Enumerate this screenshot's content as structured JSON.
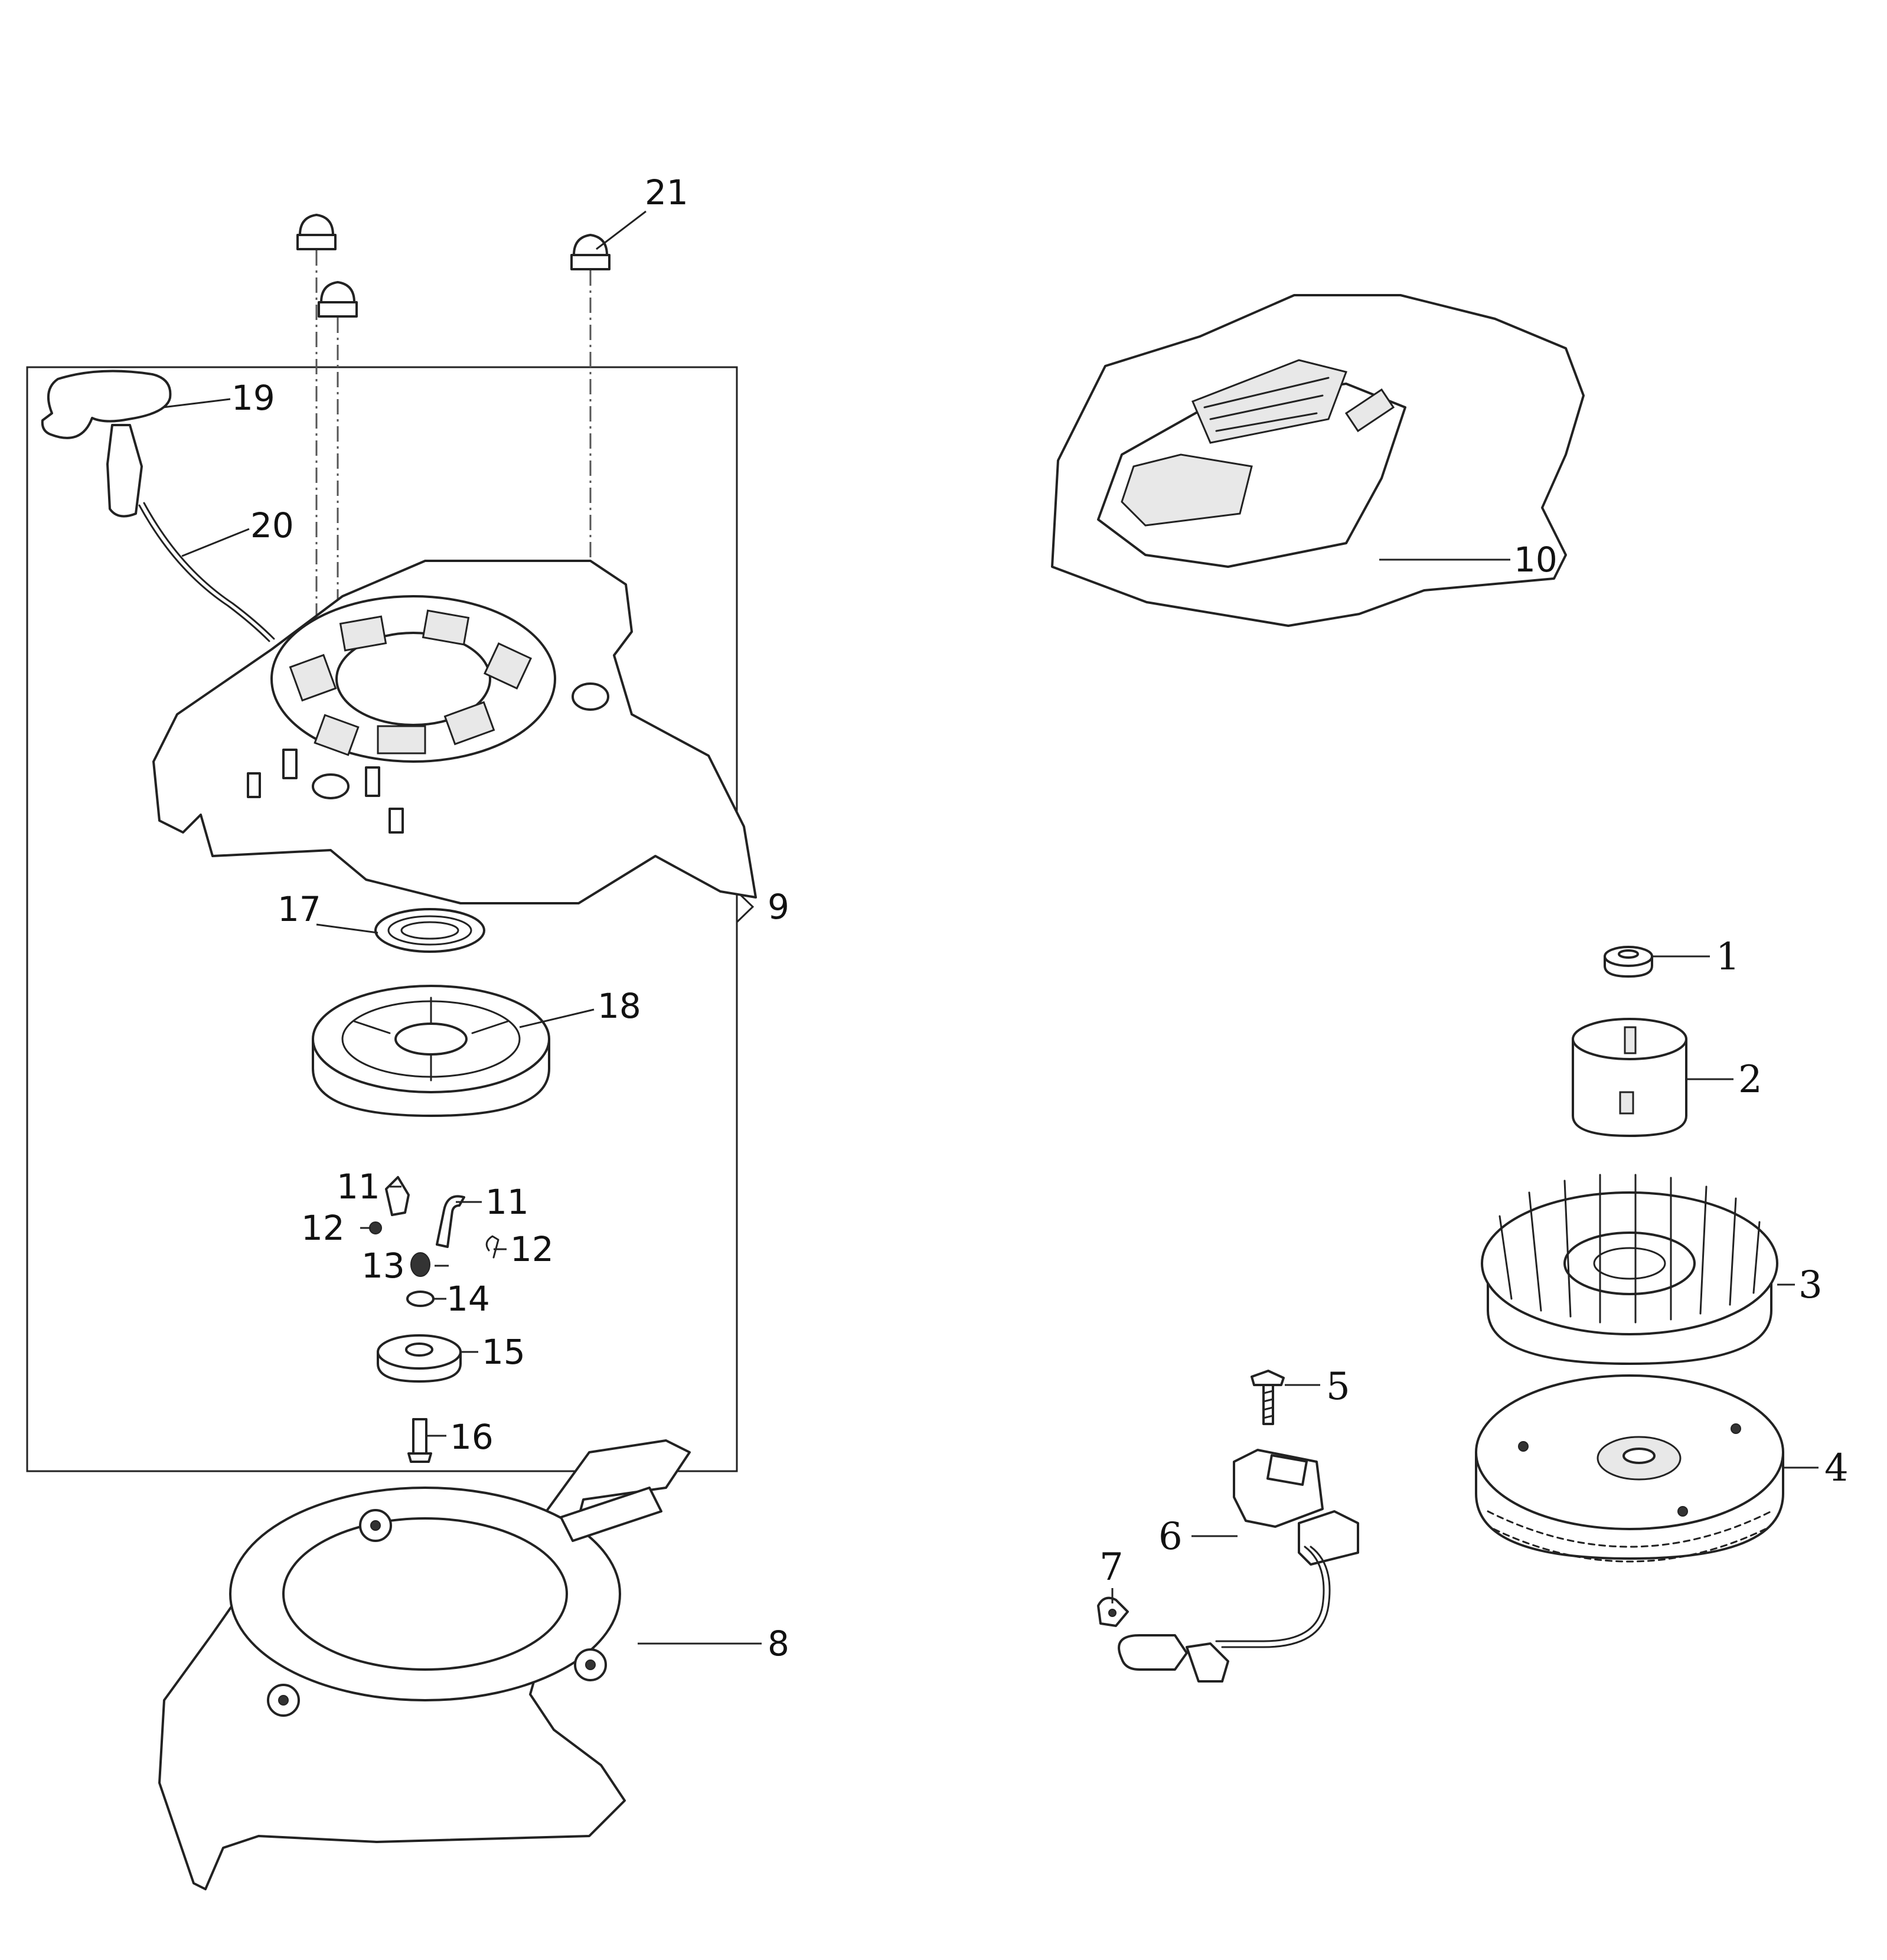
{
  "diagram": {
    "type": "exploded-parts-diagram",
    "callouts": [
      {
        "id": "c1",
        "label": "1"
      },
      {
        "id": "c2",
        "label": "2"
      },
      {
        "id": "c3",
        "label": "3"
      },
      {
        "id": "c4",
        "label": "4"
      },
      {
        "id": "c5",
        "label": "5"
      },
      {
        "id": "c6",
        "label": "6"
      },
      {
        "id": "c7",
        "label": "7"
      },
      {
        "id": "c8",
        "label": "8"
      },
      {
        "id": "c9",
        "label": "9"
      },
      {
        "id": "c10",
        "label": "10"
      },
      {
        "id": "c11a",
        "label": "11"
      },
      {
        "id": "c11b",
        "label": "11"
      },
      {
        "id": "c12a",
        "label": "12"
      },
      {
        "id": "c12b",
        "label": "12"
      },
      {
        "id": "c13",
        "label": "13"
      },
      {
        "id": "c14",
        "label": "14"
      },
      {
        "id": "c15",
        "label": "15"
      },
      {
        "id": "c16",
        "label": "16"
      },
      {
        "id": "c17",
        "label": "17"
      },
      {
        "id": "c18",
        "label": "18"
      },
      {
        "id": "c19",
        "label": "19"
      },
      {
        "id": "c20",
        "label": "20"
      },
      {
        "id": "c21",
        "label": "21"
      }
    ]
  }
}
